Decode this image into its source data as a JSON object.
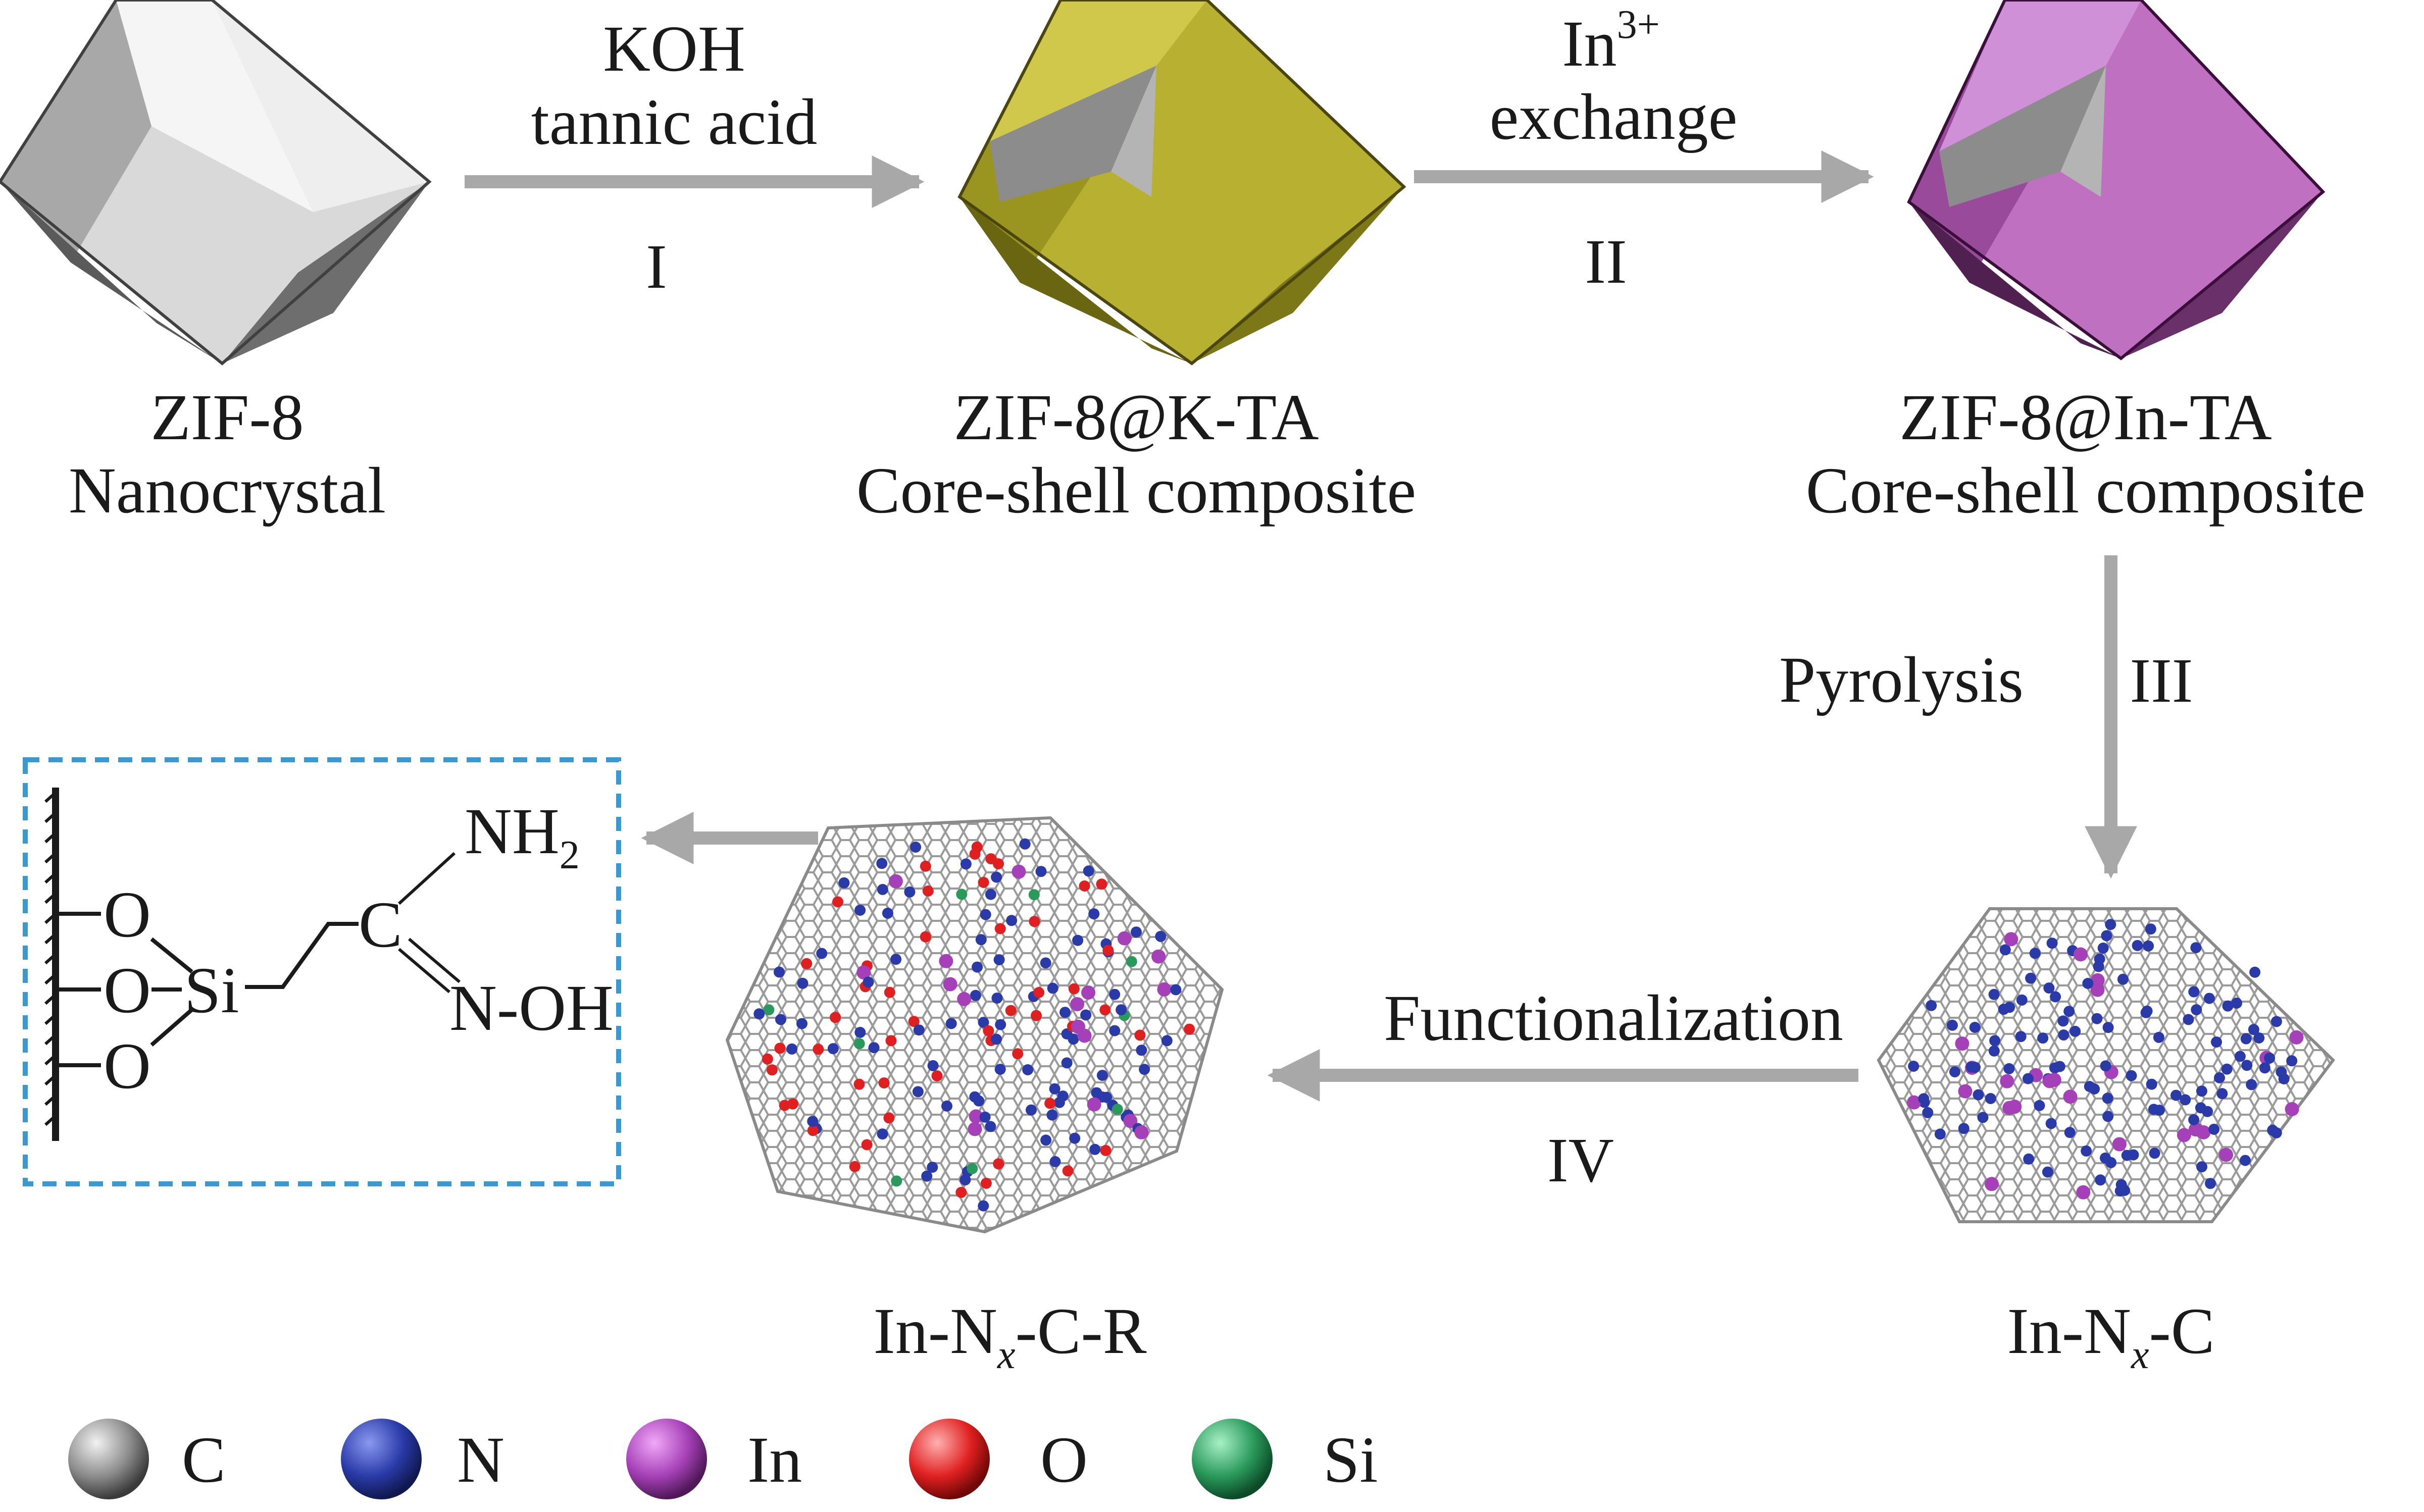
{
  "stages": {
    "zif8": {
      "line1": "ZIF-8",
      "line2": "Nanocrystal"
    },
    "zif8_kta": {
      "line1": "ZIF-8@K-TA",
      "line2": "Core-shell composite"
    },
    "zif8_inta": {
      "line1": "ZIF-8@In-TA",
      "line2": "Core-shell composite"
    },
    "in_nx_c": {
      "base1": "In-N",
      "sub": "x",
      "base2": "-C"
    },
    "in_nx_c_r": {
      "base1": "In-N",
      "sub": "x",
      "base2": "-C-R"
    }
  },
  "steps": {
    "step1": {
      "line1": "KOH",
      "line2": "tannic acid",
      "numeral": "I"
    },
    "step2": {
      "ion": "In",
      "charge": "3+",
      "line2": "exchange",
      "numeral": "II"
    },
    "step3": {
      "label": "Pyrolysis",
      "numeral": "III"
    },
    "step4": {
      "label": "Functionalization",
      "numeral": "IV"
    }
  },
  "structure": {
    "nh2": "NH",
    "nh2_sub": "2",
    "c": "C",
    "noh": "N-OH",
    "o1": "O",
    "o2": "O",
    "o3": "O",
    "si": "Si"
  },
  "legend": [
    {
      "symbol": "C",
      "color": "#8c8c8c"
    },
    {
      "symbol": "N",
      "color": "#2a3aa8"
    },
    {
      "symbol": "In",
      "color": "#a640b8"
    },
    {
      "symbol": "O",
      "color": "#e02020"
    },
    {
      "symbol": "Si",
      "color": "#2a9a5a"
    }
  ],
  "colors": {
    "arrow": "#a8a8a8",
    "zif8_face": "#d9d9d9",
    "kta_shell": "#b8b030",
    "inta_shell": "#c070c0",
    "box_border": "#3a9ad0"
  }
}
